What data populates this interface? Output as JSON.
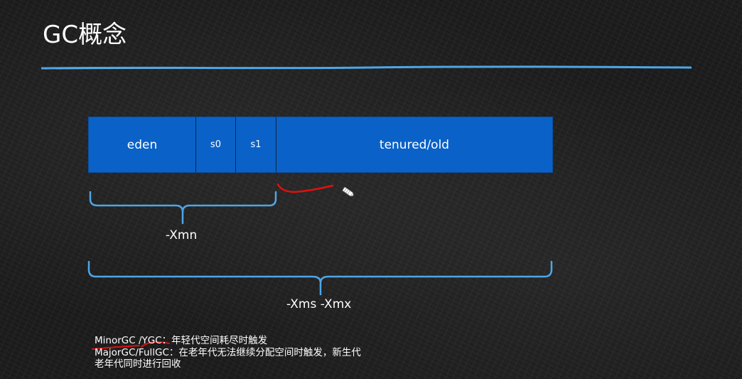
{
  "slide": {
    "title": "GC概念"
  },
  "heap": {
    "segments": [
      {
        "label": "eden"
      },
      {
        "label": "s0"
      },
      {
        "label": "s1"
      },
      {
        "label": "tenured/old"
      }
    ],
    "young_brace_label": "-Xmn",
    "total_brace_label": "-Xms -Xmx"
  },
  "notes": {
    "line1": "MinorGC /YGC：年轻代空间耗尽时触发",
    "line2": "MajorGC/FullGC：在老年代无法继续分配空间时触发，新生代",
    "line3": "老年代同时进行回收"
  },
  "colors": {
    "segment_fill": "#0a62c8",
    "brace": "#4ea6e6",
    "rule": "#4ea6e6",
    "annotation": "#e01010"
  }
}
